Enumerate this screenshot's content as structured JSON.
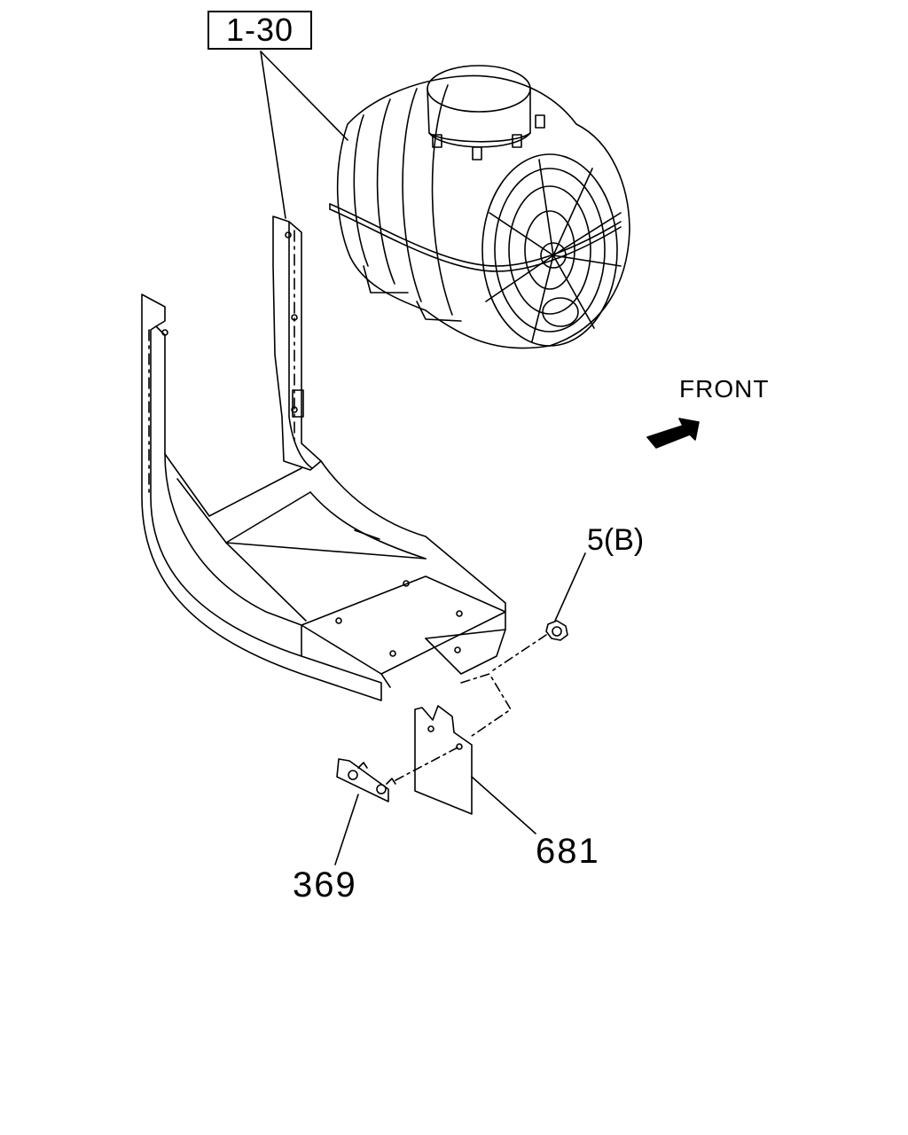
{
  "callouts": {
    "assembly_ref": "1-30",
    "front_label": "FRONT",
    "nut_ref": "5(B)",
    "bracket_ref": "681",
    "bolt_ref": "369"
  },
  "icons": {
    "front_direction": "arrow-icon",
    "air_cleaner": "air-cleaner-icon",
    "support_bracket": "bracket-icon",
    "nut": "nut-icon",
    "plate": "plate-icon",
    "bolt": "bolt-icon"
  }
}
